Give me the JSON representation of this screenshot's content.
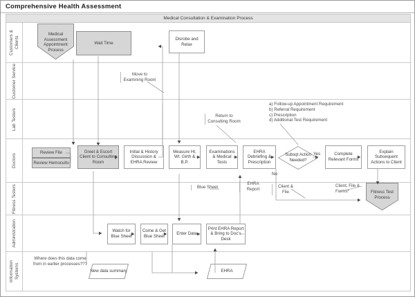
{
  "title": "Comprehensive Health Assessment",
  "phase_band": "Medical Consultation & Examination Process",
  "colors": {
    "shaded_fill": "#d6d6d6",
    "plain_fill": "#ffffff",
    "border": "#9d9d9d",
    "band_fill": "#e4e4e4",
    "text": "#3c3c3c"
  },
  "lanes": [
    {
      "id": "customers",
      "label": "Customers & Clients"
    },
    {
      "id": "customer-service",
      "label": "Customer Service"
    },
    {
      "id": "lab-testers",
      "label": "Lab Testers"
    },
    {
      "id": "doctors",
      "label": "Doctors"
    },
    {
      "id": "fitness-testers",
      "label": "Fitness Testers"
    },
    {
      "id": "administration",
      "label": "Administration"
    },
    {
      "id": "information-systems",
      "label": "Information Systems"
    }
  ],
  "nodes": {
    "medical_assessment": "Medical Assessment Appointment Process",
    "wait_time": "Wait Time",
    "disrobe_relax": "Disrobe and Relax",
    "review_file": "Review File",
    "review_hemocults": "Review Hemocults",
    "greet_escort": "Greet & Escort Client to Consulting Room",
    "initial_history": "Initial & History Discussion & EHRA Review",
    "measure": "Measure Ht. Wt. Girth & B.P.",
    "examinations": "Examinations & Medical Tests",
    "ehra_debriefing": "EHRA Debriefing & Prescription",
    "subsqt_action": "Subsqt Action Needed?",
    "complete_forms": "Complete Relevant Forms",
    "explain_actions": "Explain Subsequent Actions to Client",
    "fitness_test": "Fitness Test Process",
    "watch_blue_sheet": "Watch for Blue Sheet",
    "come_get_blue_sheet": "Come & Get Blue Sheet",
    "enter_data": "Enter Data",
    "print_ehra": "Print EHRA Report & Bring to Doc's Desk",
    "new_data_summary": "New data summary",
    "ehra_data": "EHRA"
  },
  "annotations": {
    "move_to_examining_room": "Move to Examining Room",
    "return_to_consulting_room": "Return to Consulting Room",
    "subsequent_actions_list": "a) Follow-up Appointment Requirement\nb) Referral Requirement\nc) Prescription\nd) Additional Test Requirement",
    "blue_sheet": "Blue Sheet",
    "ehra_report": "EHRA Report",
    "client_and_file": "Client & File",
    "client_file_forms": "Client, File & Forms*",
    "data_question": "Where does this data come from in earlier processes???"
  },
  "edge_labels": {
    "yes": "Yes",
    "no": "No"
  }
}
